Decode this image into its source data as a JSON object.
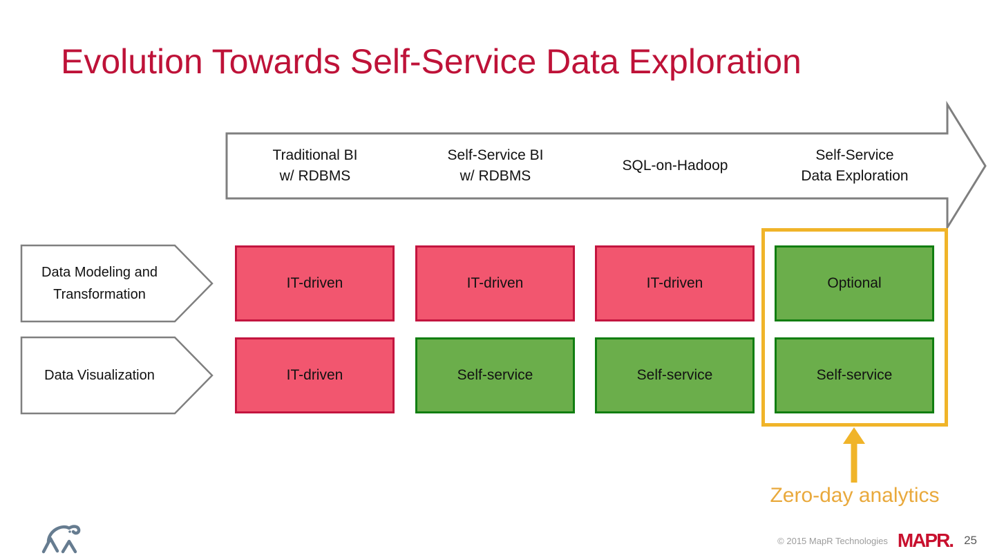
{
  "slide": {
    "title": "Evolution Towards Self-Service Data Exploration",
    "annotation": "Zero-day analytics",
    "footer": {
      "copyright": "© 2015 MapR Technologies",
      "brand": "MAPR",
      "brand_dot": ".",
      "page_number": "25"
    }
  },
  "timeline": {
    "columns": [
      {
        "label": "Traditional BI\nw/ RDBMS"
      },
      {
        "label": "Self-Service BI\nw/ RDBMS"
      },
      {
        "label": "SQL-on-Hadoop"
      },
      {
        "label": "Self-Service\nData Exploration"
      }
    ]
  },
  "matrix": {
    "row_labels": [
      {
        "label": "Data Modeling and\nTransformation"
      },
      {
        "label": "Data Visualization"
      }
    ],
    "rows": [
      {
        "cells": [
          {
            "text": "IT-driven",
            "status": "it-driven"
          },
          {
            "text": "IT-driven",
            "status": "it-driven"
          },
          {
            "text": "IT-driven",
            "status": "it-driven"
          },
          {
            "text": "Optional",
            "status": "self-service"
          }
        ]
      },
      {
        "cells": [
          {
            "text": "IT-driven",
            "status": "it-driven"
          },
          {
            "text": "Self-service",
            "status": "self-service"
          },
          {
            "text": "Self-service",
            "status": "self-service"
          },
          {
            "text": "Self-service",
            "status": "self-service"
          }
        ]
      }
    ]
  },
  "colors": {
    "title_red": "#BE1238",
    "pink_fill": "#F2566F",
    "pink_border": "#C3153F",
    "green_fill": "#6BAE4B",
    "green_border": "#117E11",
    "outline_gray": "#7F7F7F",
    "highlight_gold": "#F0B429",
    "annotation_gold": "#E9A93C",
    "brand_red": "#C8102E",
    "elephant_gray": "#667C90"
  }
}
